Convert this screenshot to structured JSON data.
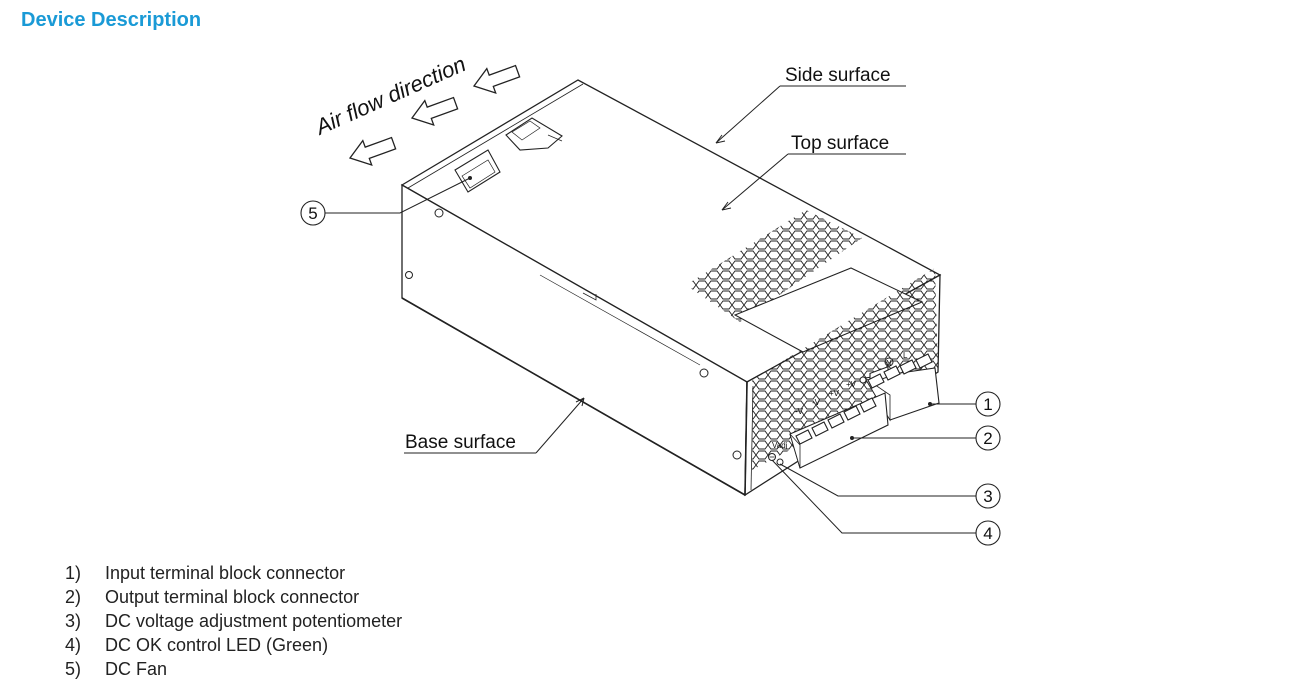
{
  "heading": "Device Description",
  "figure": {
    "air_flow_label": "Air flow direction",
    "side_surface_label": "Side surface",
    "top_surface_label": "Top surface",
    "base_surface_label": "Base surface",
    "callouts": [
      "1",
      "2",
      "3",
      "4",
      "5"
    ],
    "terminal_marks": [
      "-V",
      "-V",
      "+V",
      "+V",
      "N",
      "L"
    ],
    "pot_mark": "Vadj"
  },
  "legend": [
    {
      "num": "1)",
      "text": "Input terminal block connector"
    },
    {
      "num": "2)",
      "text": "Output terminal block connector"
    },
    {
      "num": "3)",
      "text": "DC voltage adjustment potentiometer"
    },
    {
      "num": "4)",
      "text": "DC OK control LED (Green)"
    },
    {
      "num": "5)",
      "text": "DC Fan"
    }
  ]
}
